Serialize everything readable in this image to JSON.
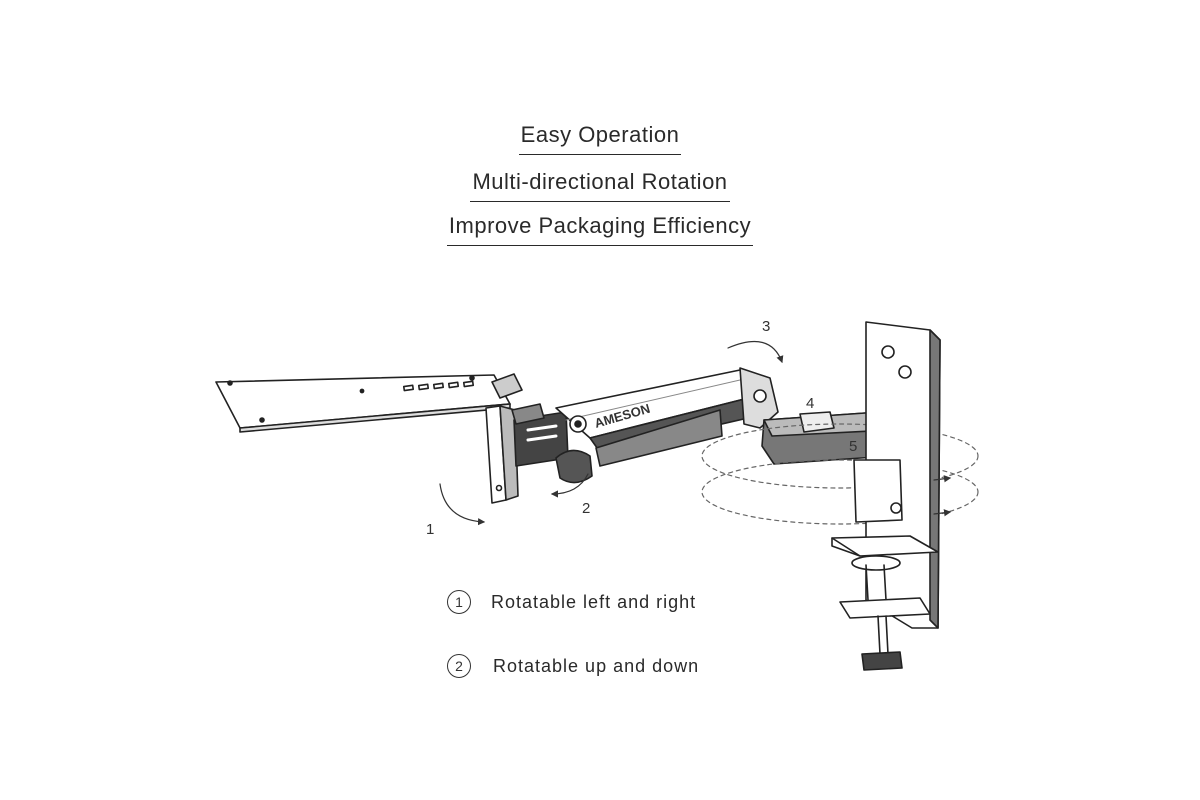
{
  "headlines": [
    "Easy Operation",
    "Multi-directional Rotation",
    "Improve Packaging Efficiency"
  ],
  "brand": "AMESON",
  "callouts": [
    "1",
    "2",
    "3",
    "4",
    "5"
  ],
  "features": [
    {
      "number": "1",
      "label": "Rotatable left and right"
    },
    {
      "number": "2",
      "label": "Rotatable up and down"
    }
  ]
}
